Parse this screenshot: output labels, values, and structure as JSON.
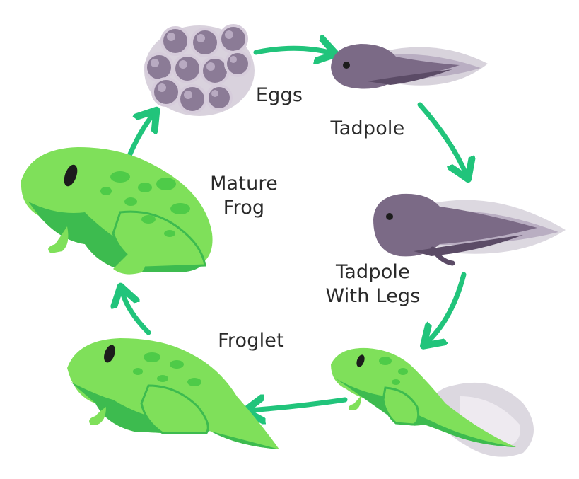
{
  "labels": {
    "eggs": "Eggs",
    "tadpole": "Tadpole",
    "mature_line1": "Mature",
    "mature_line2": "Frog",
    "legs_line1": "Tadpole",
    "legs_line2": "With Legs",
    "froglet": "Froglet"
  },
  "colors": {
    "arrow": "#21c47b",
    "frog_light": "#7fe05a",
    "frog_dark": "#3dbb4f",
    "tadpole_body": "#7b6a86",
    "egg": "#8b7b96"
  }
}
